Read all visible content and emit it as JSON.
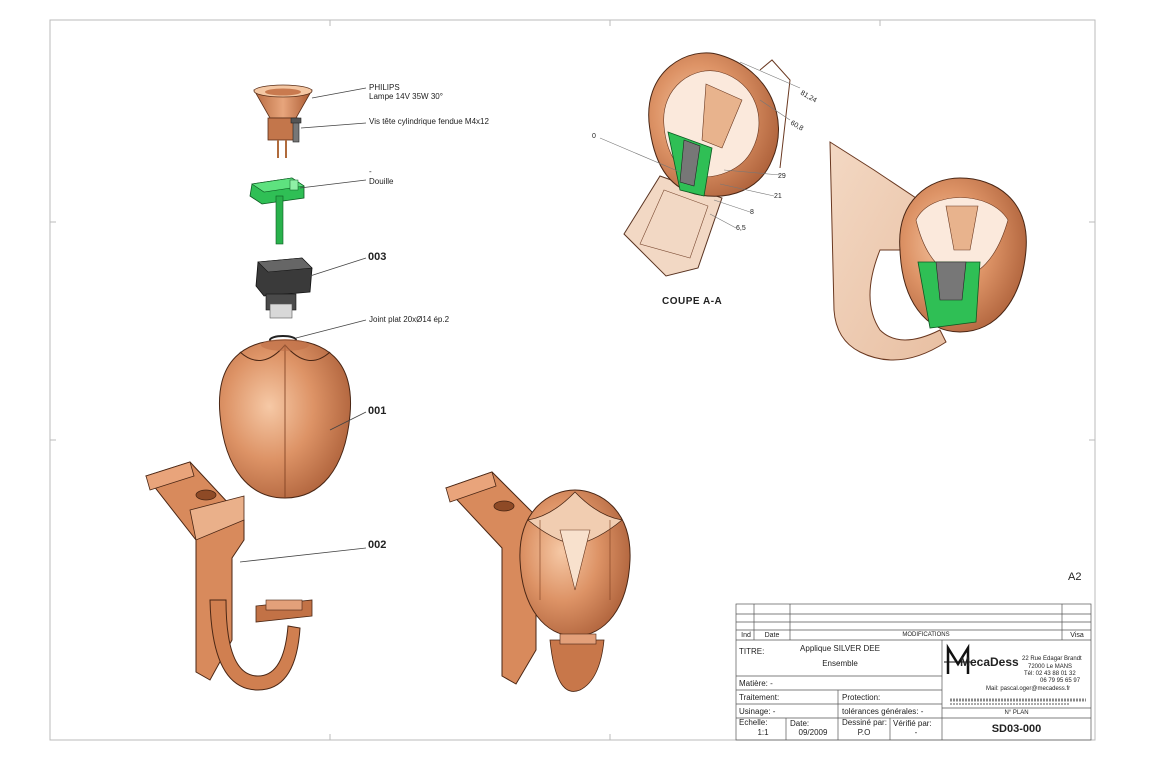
{
  "callouts": {
    "lamp_brand": "PHILIPS",
    "lamp_spec": "Lampe 14V 35W 30°",
    "screw": "Vis tête cylindrique fendue M4x12",
    "dash": "-",
    "socket": "Douille",
    "part_003": "003",
    "gasket": "Joint plat 20xØ14 ép.2",
    "part_001": "001",
    "part_002": "002"
  },
  "section": {
    "title": "COUPE A-A",
    "dims": [
      "81,24",
      "60,8",
      "0",
      "29",
      "21",
      "8",
      "6,5"
    ]
  },
  "sheet_size": "A2",
  "title_block": {
    "rev_headers": {
      "ind": "Ind",
      "date": "Date",
      "modifications": "MODIFICATIONS",
      "visa": "Visa"
    },
    "titre_label": "TITRE:",
    "titre_line1": "Applique SILVER DEE",
    "titre_line2": "Ensemble",
    "matiere": "Matière: -",
    "traitement": "Traitement:",
    "protection": "Protection:",
    "usinage": "Usinage: -",
    "tolerances": "tolérances générales: -",
    "echelle_label": "Echelle:",
    "echelle": "1:1",
    "date_label": "Date:",
    "date": "09/2009",
    "dessine_label": "Dessiné par:",
    "dessine": "P.O",
    "verifie_label": "Vérifié par:",
    "verifie": "-",
    "company": "MecaDess",
    "address1": "22 Rue Edagar Brandt",
    "address2": "72000 Le MANS",
    "tel": "Tél: 02 43 88 01 32",
    "mobile": "06 79 95 65 97",
    "mail": "Mail: pascal.oger@mecadess.fr",
    "plan_label": "N° PLAN",
    "plan_number": "SD03-000"
  },
  "colors": {
    "copper": "#d9875a",
    "copper_dark": "#8a4a2a",
    "green": "#35c95a",
    "dark_part": "#3a3a3a",
    "line": "#555555"
  }
}
